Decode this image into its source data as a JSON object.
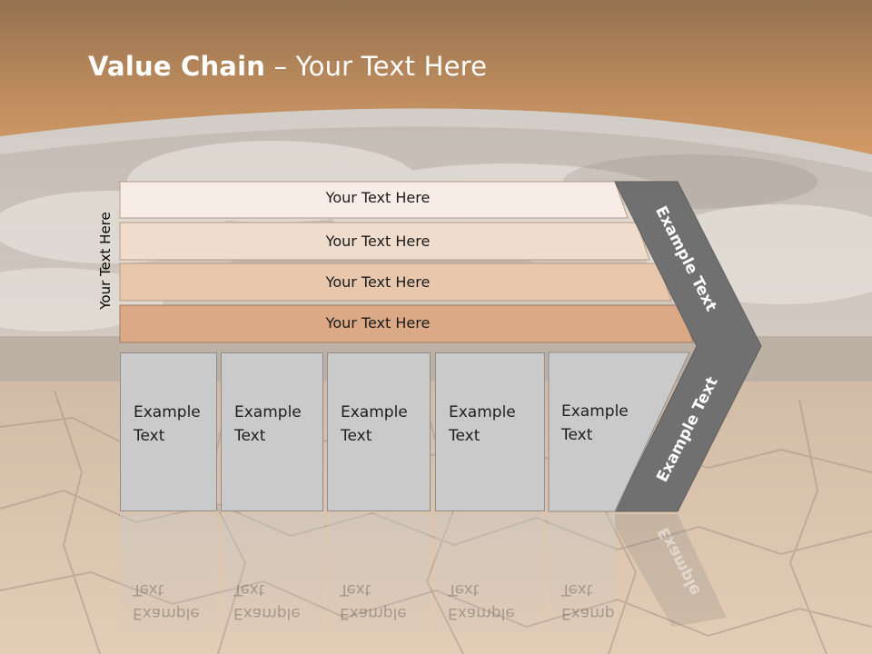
{
  "slide": {
    "title_bold": "Value Chain",
    "title_rest": " – Your Text Here",
    "side_label": "Your Text Here"
  },
  "bars": [
    {
      "label": "Your Text Here",
      "color": "#f7ede6"
    },
    {
      "label": "Your Text Here",
      "color": "#f0dccd"
    },
    {
      "label": "Your Text Here",
      "color": "#e8c7ad"
    },
    {
      "label": "Your Text Here",
      "color": "#dba985"
    }
  ],
  "boxes": [
    {
      "label": "Example\nText"
    },
    {
      "label": "Example\nText"
    },
    {
      "label": "Example\nText"
    },
    {
      "label": "Example\nText"
    },
    {
      "label": "Example\nText"
    }
  ],
  "chevron": {
    "top_label": "Example Text",
    "bottom_label": "Example Text",
    "reflection_label": "Example",
    "color": "#707070"
  },
  "colors": {
    "header": "#c98d5a",
    "ground": "#d8bfa6"
  }
}
